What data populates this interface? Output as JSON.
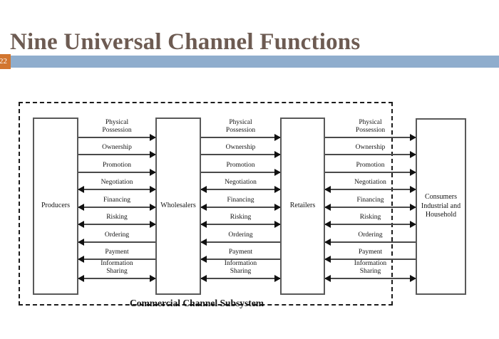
{
  "slide": {
    "title": "Nine Universal Channel Functions",
    "number": "22",
    "accent_color": "#8fadcd",
    "badge_color": "#d2762f",
    "title_color": "#6d5b52"
  },
  "diagram": {
    "caption": "Commercial Channel Subsystem",
    "actors": [
      {
        "id": "producers",
        "label": "Producers"
      },
      {
        "id": "wholesalers",
        "label": "Wholesalers"
      },
      {
        "id": "retailers",
        "label": "Retailers"
      },
      {
        "id": "consumers",
        "label": "Consumers\nIndustrial\nand\nHousehold"
      }
    ],
    "functions": [
      {
        "label": "Physical\nPossession",
        "direction": "right",
        "lines": 2
      },
      {
        "label": "Ownership",
        "direction": "right",
        "lines": 1
      },
      {
        "label": "Promotion",
        "direction": "right",
        "lines": 1
      },
      {
        "label": "Negotiation",
        "direction": "both",
        "lines": 1
      },
      {
        "label": "Financing",
        "direction": "both",
        "lines": 1
      },
      {
        "label": "Risking",
        "direction": "both",
        "lines": 1
      },
      {
        "label": "Ordering",
        "direction": "left",
        "lines": 1
      },
      {
        "label": "Payment",
        "direction": "left",
        "lines": 1
      },
      {
        "label": "Information\nSharing",
        "direction": "both",
        "lines": 2
      }
    ],
    "flow_groups": [
      {
        "id": "flows-a",
        "from": "producers",
        "to": "wholesalers"
      },
      {
        "id": "flows-b",
        "from": "wholesalers",
        "to": "retailers"
      },
      {
        "id": "flows-c",
        "from": "retailers",
        "to": "consumers"
      }
    ],
    "row_y": [
      92,
      116,
      141,
      165,
      190,
      214,
      239,
      263,
      290
    ]
  }
}
